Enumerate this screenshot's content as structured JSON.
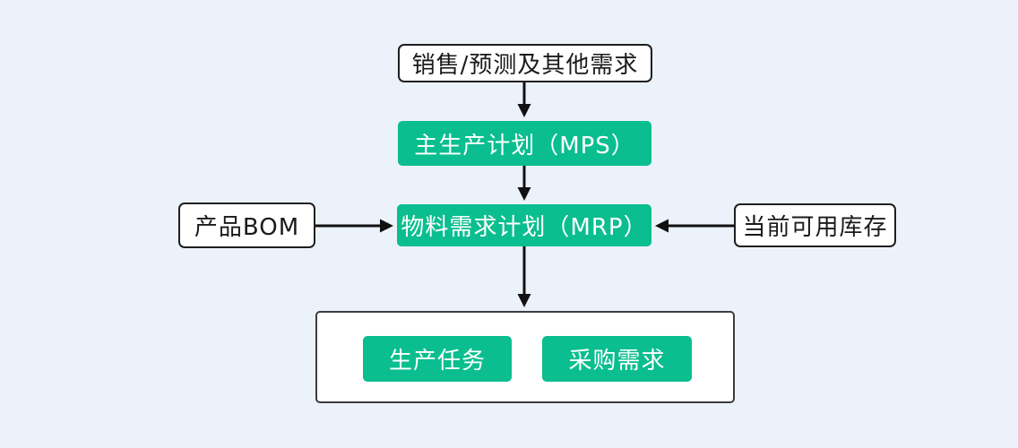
{
  "diagram": {
    "title": "MRP flow diagram",
    "nodes": {
      "sales_forecast": {
        "label": "销售/预测及其他需求",
        "type": "input",
        "shape": "white-box"
      },
      "mps": {
        "label": "主生产计划（MPS）",
        "type": "process",
        "shape": "green-box"
      },
      "bom": {
        "label": "产品BOM",
        "type": "input",
        "shape": "white-box"
      },
      "mrp": {
        "label": "物料需求计划（MRP）",
        "type": "process",
        "shape": "green-box"
      },
      "inventory": {
        "label": "当前可用库存",
        "type": "input",
        "shape": "white-box"
      },
      "production_task": {
        "label": "生产任务",
        "type": "output",
        "shape": "green-box"
      },
      "purchase_demand": {
        "label": "采购需求",
        "type": "output",
        "shape": "green-box"
      }
    },
    "edges": [
      {
        "from": "sales_forecast",
        "to": "mps",
        "direction": "down"
      },
      {
        "from": "mps",
        "to": "mrp",
        "direction": "down"
      },
      {
        "from": "bom",
        "to": "mrp",
        "direction": "right"
      },
      {
        "from": "inventory",
        "to": "mrp",
        "direction": "left"
      },
      {
        "from": "mrp",
        "to": "output_group",
        "direction": "down"
      }
    ],
    "colors": {
      "background": "#ECF2FA",
      "node_green": "#0BBE8F",
      "node_white": "#FFFFFF",
      "node_border": "#1F1F1F",
      "group_border": "#3C3C3C",
      "text_dark": "#1A1A1A",
      "text_light": "#FFFFFF",
      "arrow": "#111111"
    }
  }
}
